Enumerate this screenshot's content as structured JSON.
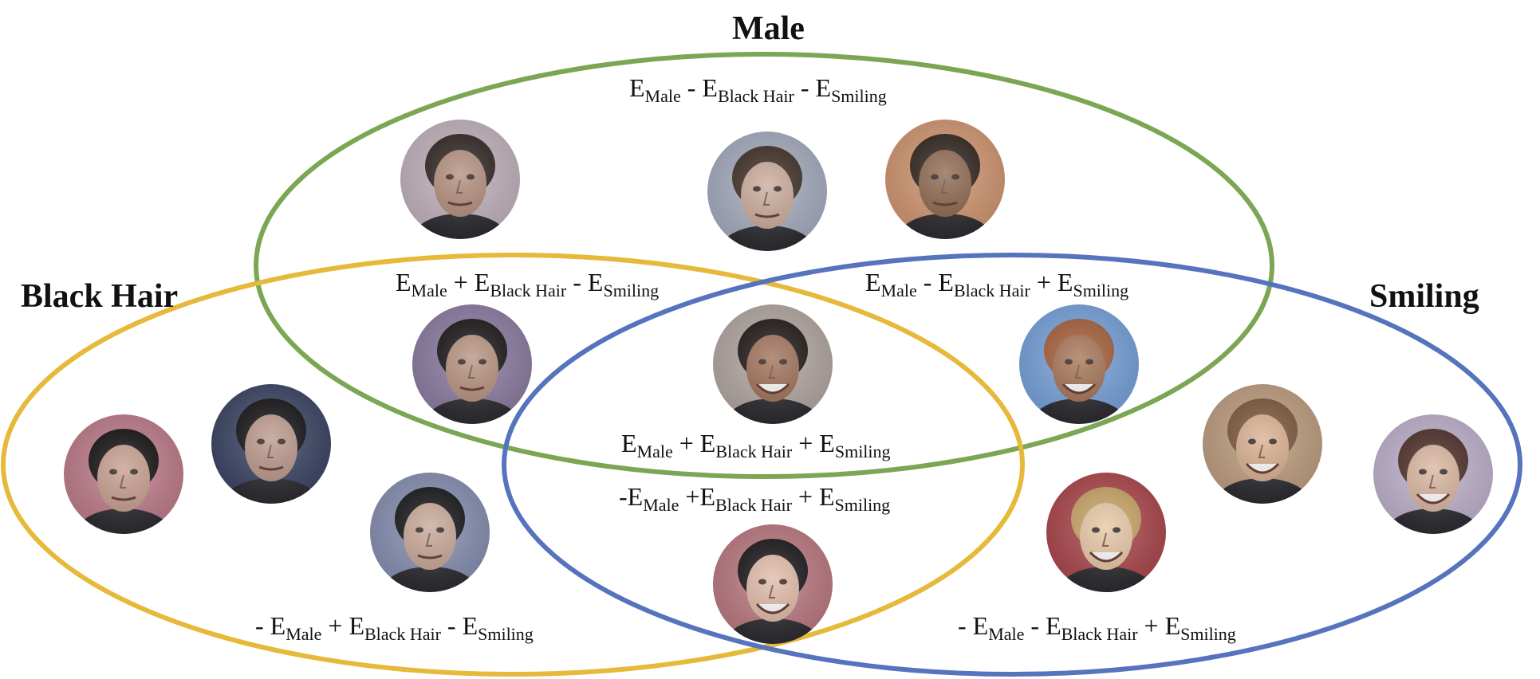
{
  "titles": {
    "male": "Male",
    "black_hair": "Black Hair",
    "smiling": "Smiling"
  },
  "formulas": {
    "male_only": [
      [
        "E",
        "Male"
      ],
      [
        " - E",
        "Black Hair"
      ],
      [
        " - E",
        "Smiling"
      ]
    ],
    "male_hair": [
      [
        "E",
        "Male"
      ],
      [
        " + E",
        "Black Hair"
      ],
      [
        " - E",
        "Smiling"
      ]
    ],
    "male_smile": [
      [
        "E",
        "Male"
      ],
      [
        " - E",
        "Black Hair"
      ],
      [
        " + E",
        "Smiling"
      ]
    ],
    "all_three": [
      [
        "E",
        "Male"
      ],
      [
        " + E",
        "Black Hair"
      ],
      [
        " + E",
        "Smiling"
      ]
    ],
    "hair_smile": [
      [
        "-E",
        "Male"
      ],
      [
        " +E",
        "Black Hair"
      ],
      [
        " + E",
        "Smiling"
      ]
    ],
    "hair_only": [
      [
        "- E",
        "Male"
      ],
      [
        " + E",
        "Black Hair"
      ],
      [
        " - E",
        "Smiling"
      ]
    ],
    "smile_only": [
      [
        "- E",
        "Male"
      ],
      [
        " - E",
        "Black Hair"
      ],
      [
        " + E",
        "Smiling"
      ]
    ]
  },
  "colors": {
    "male": "#7ba653",
    "black_hair": "#e6b93a",
    "smiling": "#5673bd"
  },
  "faces": [
    {
      "name": "face-male-1",
      "region": "male_only",
      "skin": "#b08a78",
      "hair": "#2a211c",
      "bg": "#c7b7c2",
      "smile": false
    },
    {
      "name": "face-male-2",
      "region": "male_only",
      "skin": "#c9a896",
      "hair": "#3a2b22",
      "bg": "#aab1c4",
      "smile": false
    },
    {
      "name": "face-male-3",
      "region": "male_only",
      "skin": "#8a6248",
      "hair": "#2b1e17",
      "bg": "#d69a74",
      "smile": false
    },
    {
      "name": "face-male-hair-1",
      "region": "male_hair",
      "skin": "#b48e7a",
      "hair": "#151012",
      "bg": "#8f7fa6",
      "smile": false
    },
    {
      "name": "face-all-1",
      "region": "all_three",
      "skin": "#9c6c52",
      "hair": "#1a1210",
      "bg": "#b7aba6",
      "smile": true
    },
    {
      "name": "face-male-smile-1",
      "region": "male_smile",
      "skin": "#a26f4f",
      "hair": "#a65c36",
      "bg": "#7aa6e0",
      "smile": true
    },
    {
      "name": "face-hair-1",
      "region": "hair_only",
      "skin": "#c59a8a",
      "hair": "#0f0b0c",
      "bg": "#c47f8e",
      "smile": false
    },
    {
      "name": "face-hair-2",
      "region": "hair_only",
      "skin": "#b99486",
      "hair": "#0e0c10",
      "bg": "#3c4666",
      "smile": false
    },
    {
      "name": "face-hair-3",
      "region": "hair_only",
      "skin": "#c6a493",
      "hair": "#101014",
      "bg": "#8a93b6",
      "smile": false
    },
    {
      "name": "face-hair-smile-1",
      "region": "hair_smile",
      "skin": "#e0b8a4",
      "hair": "#141014",
      "bg": "#c07c84",
      "smile": true
    },
    {
      "name": "face-smile-1",
      "region": "smile_only",
      "skin": "#e7c6a2",
      "hair": "#c9a463",
      "bg": "#b0484e",
      "smile": true
    },
    {
      "name": "face-smile-2",
      "region": "smile_only",
      "skin": "#d8ad8c",
      "hair": "#7a5438",
      "bg": "#c3a183",
      "smile": true
    },
    {
      "name": "face-smile-3",
      "region": "smile_only",
      "skin": "#d9b29c",
      "hair": "#4a2a22",
      "bg": "#c4b6d2",
      "smile": true
    }
  ]
}
